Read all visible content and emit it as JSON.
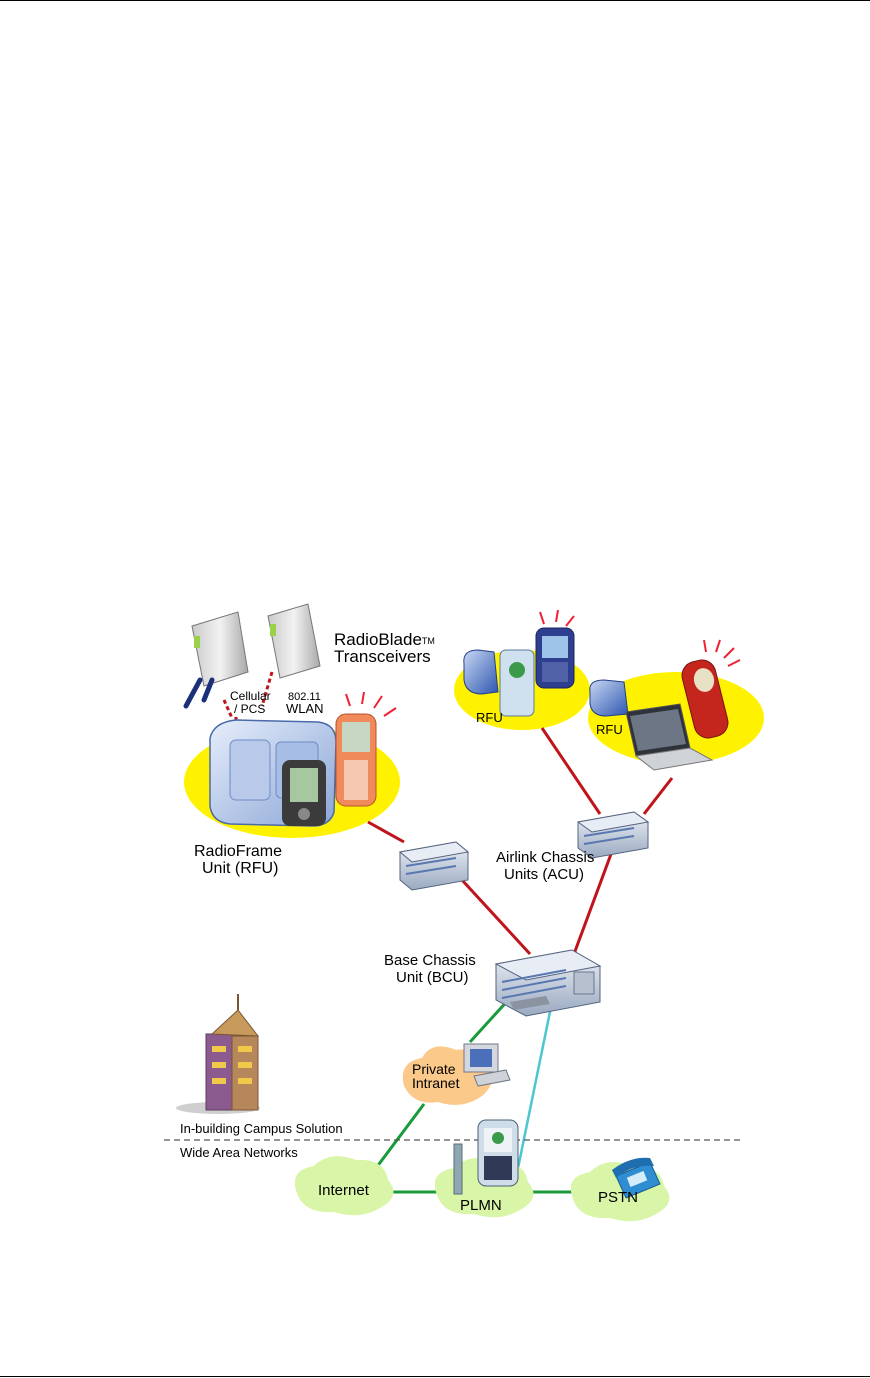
{
  "labels": {
    "radioblade_line1": "RadioBlade",
    "radioblade_tm": "TM",
    "radioblade_line2": "Transceivers",
    "cellular": "Cellular",
    "pcs": "/ PCS",
    "wlan_top": "802.11",
    "wlan_bottom": "WLAN",
    "rfu_left": "RFU",
    "rfu_right": "RFU",
    "radioframe_line1": "RadioFrame",
    "radioframe_line2": "Unit (RFU)",
    "acu_line1": "Airlink Chassis",
    "acu_line2": "Units (ACU)",
    "bcu_line1": "Base Chassis",
    "bcu_line2": "Unit (BCU)",
    "private_line1": "Private",
    "private_line2": "Intranet",
    "campus": "In-building Campus Solution",
    "wan": "Wide Area Networks",
    "internet": "Internet",
    "plmn": "PLMN",
    "pstn": "PSTN"
  },
  "colors": {
    "red_link": "#c0141b",
    "green_link": "#1a9a3a",
    "cyan_link": "#4cc6d0",
    "rfu_zone": "#fff200",
    "cloud_green": "#d8f5a8",
    "cloud_orange": "#fbc98a",
    "chassis": "#cfd8e6"
  }
}
